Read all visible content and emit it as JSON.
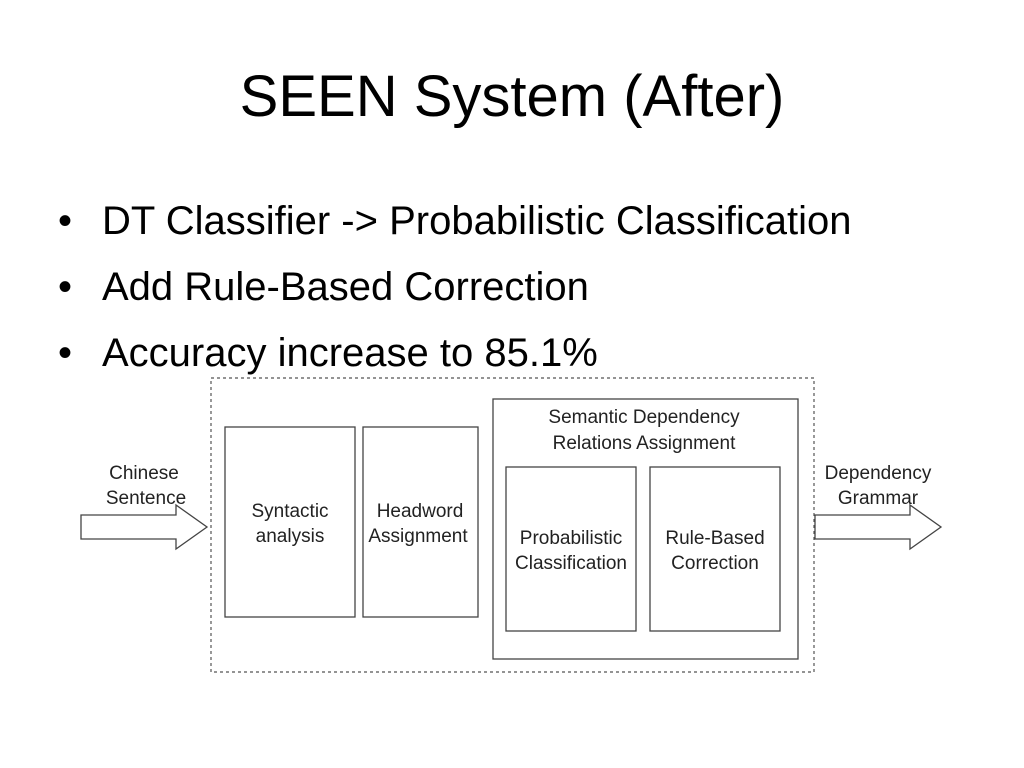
{
  "slide": {
    "title": "SEEN System (After)",
    "bullet_symbol": "•",
    "bullets": [
      "DT Classifier -> Probabilistic Classification",
      "Add Rule-Based Correction",
      "Accuracy increase to 85.1%"
    ]
  },
  "diagram": {
    "input": {
      "line1": "Chinese",
      "line2": "Sentence"
    },
    "output": {
      "line1": "Dependency",
      "line2": "Grammar"
    },
    "syntactic": {
      "line1": "Syntactic",
      "line2": "analysis"
    },
    "headword": {
      "line1": "Headword",
      "line2": "Assignment"
    },
    "semantic": {
      "line1": "Semantic Dependency",
      "line2": "Relations Assignment"
    },
    "probabilistic": {
      "line1": "Probabilistic",
      "line2": "Classification"
    },
    "rule_based": {
      "line1": "Rule-Based",
      "line2": "Correction"
    }
  }
}
